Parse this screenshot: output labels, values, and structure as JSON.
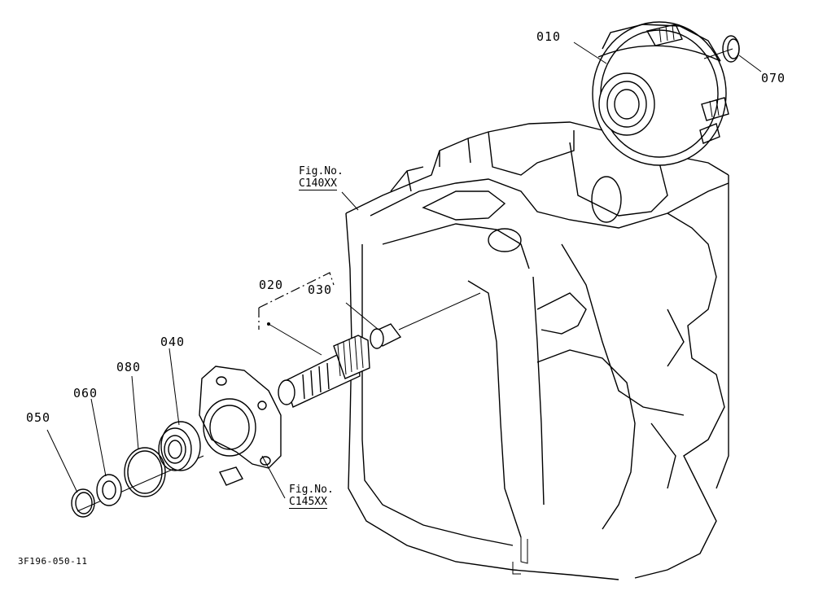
{
  "parts": [
    {
      "id": "p010",
      "label": "010"
    },
    {
      "id": "p020",
      "label": "020"
    },
    {
      "id": "p030",
      "label": "030"
    },
    {
      "id": "p040",
      "label": "040"
    },
    {
      "id": "p050",
      "label": "050"
    },
    {
      "id": "p060",
      "label": "060"
    },
    {
      "id": "p070",
      "label": "070"
    },
    {
      "id": "p080",
      "label": "080"
    }
  ],
  "references": [
    {
      "line1": "Fig.No.",
      "line2": "C140XX"
    },
    {
      "line1": "Fig.No.",
      "line2": "C145XX"
    }
  ],
  "drawing_code": "3F196-050-11"
}
